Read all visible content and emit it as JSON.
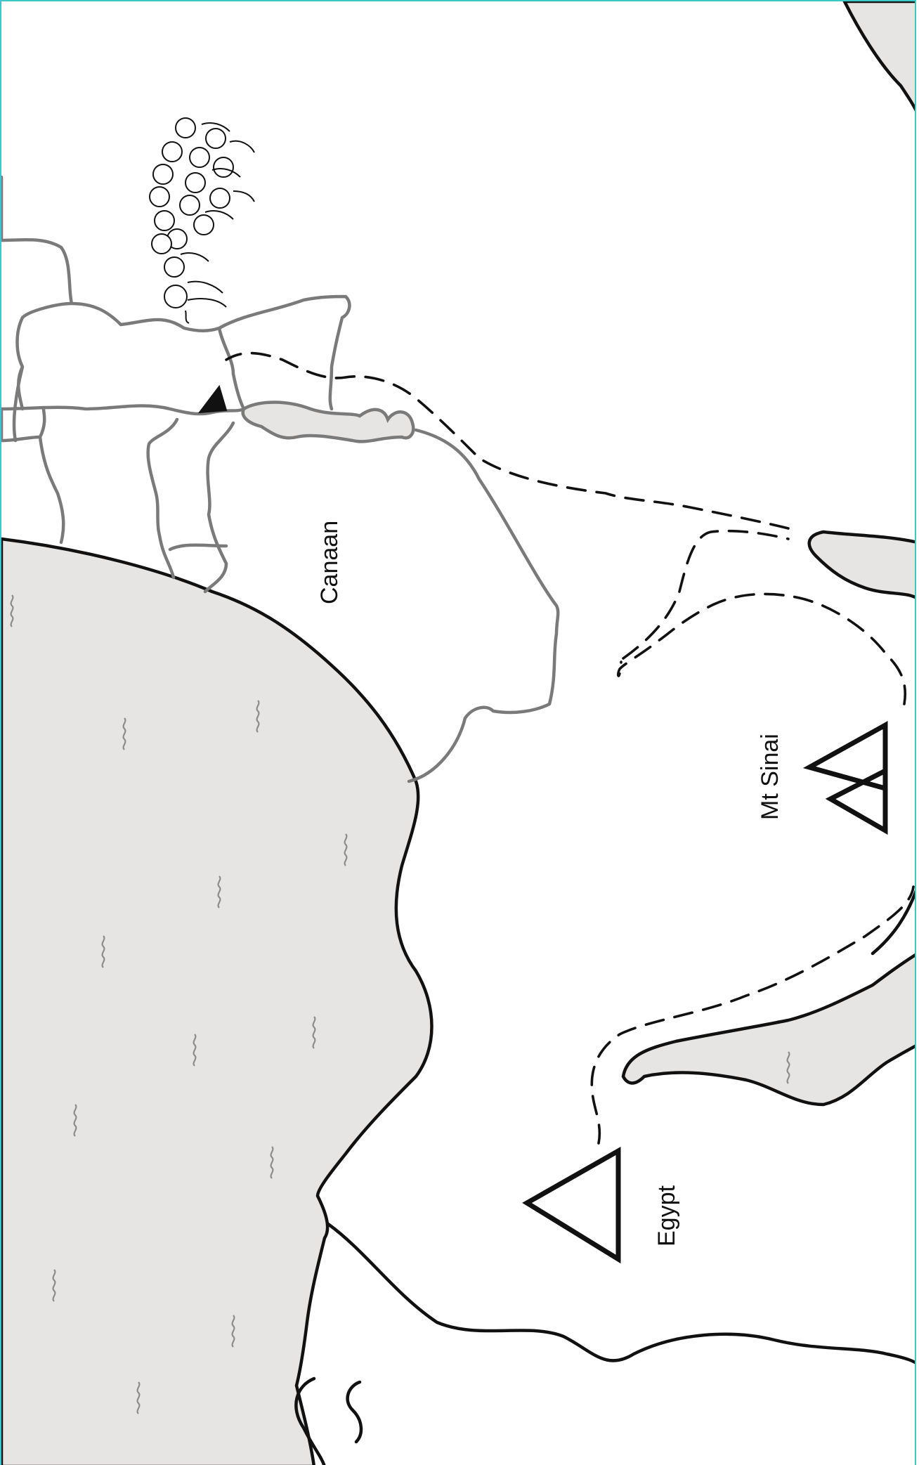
{
  "map": {
    "labels": {
      "canaan": "Canaan",
      "mt_sinai": "Mt Sinai",
      "egypt": "Egypt"
    },
    "colors": {
      "frame": "#3cc7c9",
      "water": "#e6e5e4",
      "coastline": "#111111",
      "borders": "#7a7a7a"
    },
    "icons": [
      "mountain-icon",
      "people-group-icon",
      "route-arrow-icon",
      "wave-icon"
    ]
  }
}
